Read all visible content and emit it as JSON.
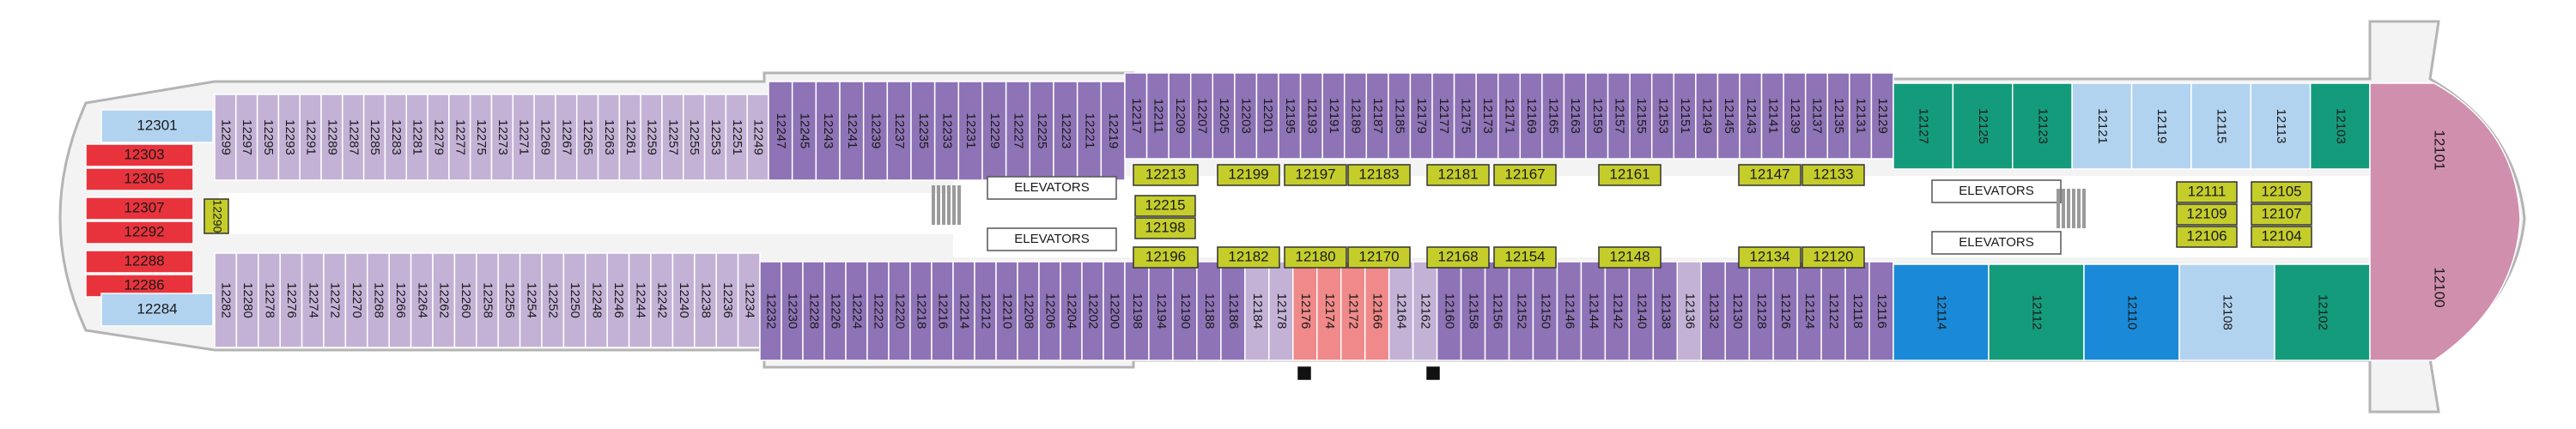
{
  "colors": {
    "light_purple": "#c3b2d6",
    "purple": "#8e73b6",
    "light_blue": "#b2d3f0",
    "green": "#149b7b",
    "blue": "#1a8ad8",
    "red": "#e9333c",
    "pink": "#f08989",
    "yellow_green": "#c5cd2b",
    "mauve": "#d18fae",
    "corridor": "#ffffff",
    "hull": "#b4b4b4"
  },
  "labels": {
    "elevators_left_top": "ELEVATORS",
    "elevators_left_bottom": "ELEVATORS",
    "elevators_right_top": "ELEVATORS",
    "elevators_right_bottom": "ELEVATORS"
  },
  "bow": {
    "top": "12101",
    "bottom": "12100"
  },
  "stern": {
    "top_light": "12301",
    "red": [
      "12303",
      "12305",
      "12307",
      "12292",
      "12288",
      "12286"
    ],
    "bottom_light": "12284",
    "inner": "12290"
  },
  "rows": {
    "top_aft_light": [
      "12299",
      "12297",
      "12295",
      "12293",
      "12291",
      "12289",
      "12287",
      "12285",
      "12283",
      "12281",
      "12279",
      "12277",
      "12275",
      "12273",
      "12271",
      "12269",
      "12267",
      "12265",
      "12263",
      "12261",
      "12259",
      "12257",
      "12255",
      "12253",
      "12251",
      "12249"
    ],
    "top_mid_purple": [
      "12247",
      "12245",
      "12243",
      "12241",
      "12239",
      "12237",
      "12235",
      "12233",
      "12231",
      "12229",
      "12227",
      "12225",
      "12223",
      "12221",
      "12219"
    ],
    "top_fwd_purple": [
      "12217",
      "12211",
      "12209",
      "12207",
      "12205",
      "12203",
      "12201",
      "12195",
      "12193",
      "12191",
      "12189",
      "12187",
      "12185",
      "12179",
      "12177",
      "12175",
      "12173",
      "12171",
      "12169",
      "12165",
      "12163",
      "12159",
      "12157",
      "12155",
      "12153",
      "12151",
      "12149",
      "12145",
      "12143",
      "12141",
      "12139",
      "12137",
      "12135",
      "12131",
      "12129"
    ],
    "top_suites": [
      {
        "num": "12127",
        "color": "green"
      },
      {
        "num": "12125",
        "color": "green"
      },
      {
        "num": "12123",
        "color": "green"
      },
      {
        "num": "12121",
        "color": "light_blue"
      },
      {
        "num": "12119",
        "color": "light_blue"
      },
      {
        "num": "12115",
        "color": "light_blue"
      },
      {
        "num": "12113",
        "color": "light_blue"
      },
      {
        "num": "12103",
        "color": "green"
      }
    ],
    "bottom_aft_light": [
      "12282",
      "12280",
      "12278",
      "12276",
      "12274",
      "12272",
      "12270",
      "12268",
      "12266",
      "12264",
      "12262",
      "12260",
      "12258",
      "12256",
      "12254",
      "12252",
      "12250",
      "12248",
      "12246",
      "12244",
      "12242",
      "12240",
      "12238",
      "12236",
      "12234"
    ],
    "bottom_mid_purple": [
      "12232",
      "12230",
      "12228",
      "12226",
      "12224",
      "12222",
      "12220",
      "12218",
      "12216",
      "12214",
      "12212",
      "12210",
      "12208",
      "12206",
      "12204",
      "12202",
      "12200"
    ],
    "bottom_fwd": [
      {
        "num": "12198",
        "color": "purple"
      },
      {
        "num": "12194",
        "color": "purple"
      },
      {
        "num": "12190",
        "color": "purple"
      },
      {
        "num": "12188",
        "color": "purple"
      },
      {
        "num": "12186",
        "color": "purple"
      },
      {
        "num": "12184",
        "color": "light_purple"
      },
      {
        "num": "12178",
        "color": "light_purple"
      },
      {
        "num": "12176",
        "color": "pink"
      },
      {
        "num": "12174",
        "color": "pink"
      },
      {
        "num": "12172",
        "color": "pink"
      },
      {
        "num": "12166",
        "color": "pink"
      },
      {
        "num": "12164",
        "color": "light_purple"
      },
      {
        "num": "12162",
        "color": "light_purple"
      },
      {
        "num": "12160",
        "color": "purple"
      },
      {
        "num": "12158",
        "color": "purple"
      },
      {
        "num": "12156",
        "color": "purple"
      },
      {
        "num": "12152",
        "color": "purple"
      },
      {
        "num": "12150",
        "color": "purple"
      },
      {
        "num": "12146",
        "color": "purple"
      },
      {
        "num": "12144",
        "color": "purple"
      },
      {
        "num": "12142",
        "color": "purple"
      },
      {
        "num": "12140",
        "color": "purple"
      },
      {
        "num": "12138",
        "color": "purple"
      },
      {
        "num": "12136",
        "color": "light_purple"
      },
      {
        "num": "12132",
        "color": "purple"
      },
      {
        "num": "12130",
        "color": "purple"
      },
      {
        "num": "12128",
        "color": "purple"
      },
      {
        "num": "12126",
        "color": "purple"
      },
      {
        "num": "12124",
        "color": "purple"
      },
      {
        "num": "12122",
        "color": "purple"
      },
      {
        "num": "12118",
        "color": "purple"
      },
      {
        "num": "12116",
        "color": "purple"
      }
    ],
    "bottom_suites": [
      {
        "num": "12114",
        "color": "blue"
      },
      {
        "num": "12112",
        "color": "green"
      },
      {
        "num": "12110",
        "color": "blue"
      },
      {
        "num": "12108",
        "color": "light_blue"
      },
      {
        "num": "12102",
        "color": "green"
      }
    ]
  },
  "inner": {
    "left_upper": [
      "12213"
    ],
    "left_mid": [
      "12215",
      "12198"
    ],
    "left_lower": [
      "12196"
    ],
    "upper_row": [
      "12199",
      "12197",
      "12183",
      "12181",
      "12167",
      "12161",
      "12147",
      "12133"
    ],
    "lower_row": [
      "12182",
      "12180",
      "12170",
      "12168",
      "12154",
      "12148",
      "12134",
      "12120"
    ],
    "fwd_left": [
      "12111",
      "12109",
      "12106"
    ],
    "fwd_right": [
      "12105",
      "12107",
      "12104"
    ]
  }
}
